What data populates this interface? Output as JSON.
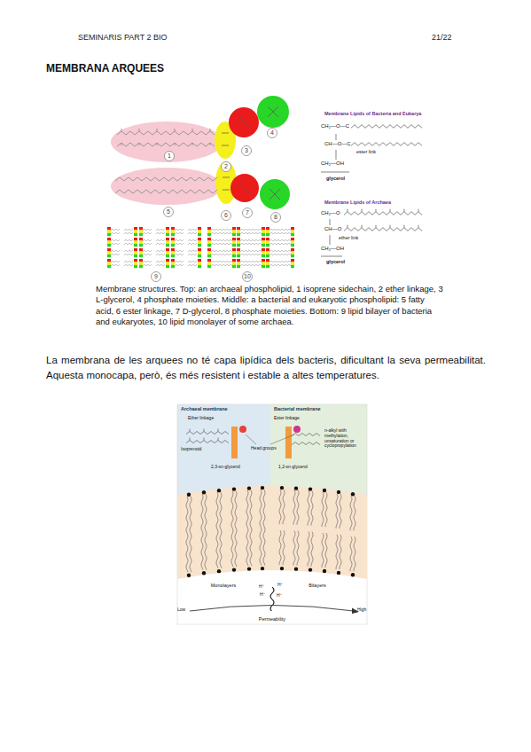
{
  "diagram": {
    "title": "MEMBRANA ARQUEES",
    "caption": "Membrane structures. Top: an archaeal phospholipid, 1 isoprene sidechain, 2 ether linkage, 3 L-glycerol, 4 phosphate moieties. Middle: a bacterial and eukaryotic phospholipid: 5 fatty acid, 6 ester linkage, 7 D-glycerol, 8 phosphate moieties. Bottom: 9 lipid bilayer of bacteria and eukaryotes, 10 lipid monolayer of some archaea.",
    "nodes": [
      {
        "text": [
          "Archaeal membrane"
        ]
      },
      {
        "text": [
          "Bacterial membrane"
        ]
      }
    ],
    "labels": [
      "SEMINARIS PART 2 BIO",
      "21/22",
      "1",
      "2",
      "3",
      "4",
      "5",
      "6",
      "7",
      "8",
      "9",
      "10",
      "Membrane Lipids of Bacteria and Eukarya",
      "CH₂—O—C",
      "CH—O—C",
      "ester link",
      "CH₂—OH",
      "glycerol",
      "Membrane Lipids of Archaea",
      "CH₂—O",
      "CH—O",
      "ether link",
      "CH₂—OH",
      "glycerol",
      "La membrana de les arquees no té capa lipídica dels bacteris, dificultant la seva permeabilitat. Aquesta monocapa, però, és més resistent i estable a altes temperatures.",
      "Ether linkage",
      "Isoprenoid",
      "2,3-sn-glycerol",
      "Head groups",
      "Ester linkage",
      "n-alkyl with methylation, unsaturation or cyclopropylation",
      "1,2-sn-glycerol",
      "Monolayers",
      "Bilayers",
      "H⁺",
      "H⁺",
      "H⁺",
      "H⁺",
      "Low",
      "High",
      "Permeability"
    ]
  }
}
